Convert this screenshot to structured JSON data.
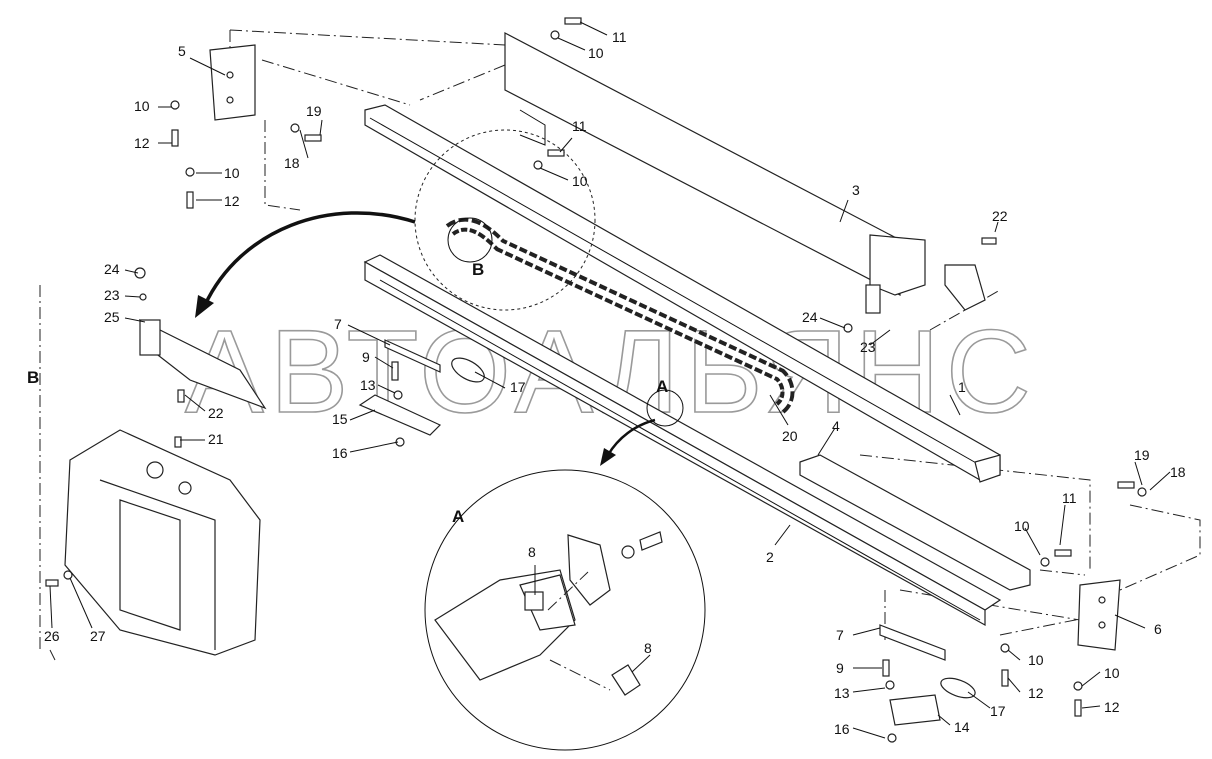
{
  "diagram": {
    "watermark": "АВТОАЛЬЯНС",
    "section_labels": [
      "A",
      "B",
      "B",
      "A"
    ],
    "callouts": [
      "1",
      "2",
      "3",
      "4",
      "5",
      "6",
      "7",
      "8",
      "8",
      "9",
      "10",
      "10",
      "10",
      "10",
      "10",
      "10",
      "11",
      "11",
      "11",
      "12",
      "12",
      "12",
      "12",
      "13",
      "13",
      "14",
      "15",
      "16",
      "16",
      "17",
      "17",
      "18",
      "18",
      "19",
      "19",
      "20",
      "21",
      "22",
      "22",
      "23",
      "23",
      "24",
      "24",
      "25",
      "26",
      "27",
      "7",
      "9"
    ]
  }
}
